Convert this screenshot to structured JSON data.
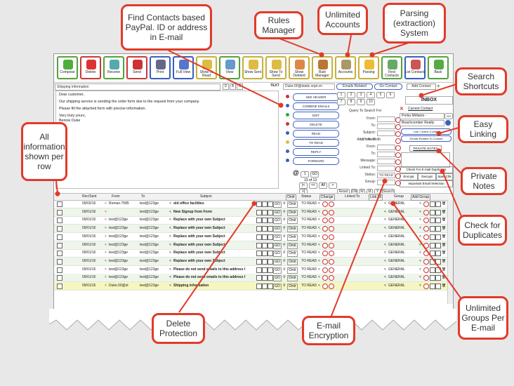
{
  "toolbar": {
    "buttons": [
      {
        "label": "Compose",
        "color": "#4caf3a",
        "frame": "green"
      },
      {
        "label": "Delete",
        "color": "#d33",
        "frame": "red"
      },
      {
        "label": "Receive",
        "color": "#5aa",
        "frame": "green"
      },
      {
        "label": "Send",
        "color": "#c33",
        "frame": "red"
      },
      {
        "label": "Print",
        "color": "#668",
        "frame": "blue"
      },
      {
        "label": "Full View",
        "color": "#57c",
        "frame": "blue"
      },
      {
        "label": "Show To Read",
        "color": "#db4",
        "frame": "yellow"
      },
      {
        "label": "View",
        "color": "#69c",
        "frame": "green"
      },
      {
        "label": "Show Sent",
        "color": "#db4",
        "frame": "yellow"
      },
      {
        "label": "Show To Send",
        "color": "#db4",
        "frame": "yellow"
      },
      {
        "label": "Show Deleted",
        "color": "#d84",
        "frame": "yellow"
      },
      {
        "label": "Rule Manager",
        "color": "#b73",
        "frame": "yellow"
      },
      {
        "label": "Accounts",
        "color": "#a96",
        "frame": "yellow"
      },
      {
        "label": "Parsing",
        "color": "#eb3",
        "frame": "yellow"
      },
      {
        "label": "Find Contacts",
        "color": "#6a6",
        "frame": "green"
      },
      {
        "label": "List Contacts",
        "color": "#c55",
        "frame": "blue"
      },
      {
        "label": "Back",
        "color": "#5a4",
        "frame": "green"
      }
    ]
  },
  "message": {
    "subject_value": "Shipping information",
    "flags": [
      "D",
      "B",
      "R"
    ],
    "text_label": "TEXT",
    "from_value": "Duke.00@static.vnpt.vn",
    "emails_related": "Emails Related",
    "go_contact": "Go Contact",
    "add_contact": "Add Contact",
    "body": [
      "Dear customer,",
      "Our shipping service is sending the order form due to the request from your company.",
      "Please fill the attached form with precise information.",
      "Very truly yours,",
      "Bennie Duke"
    ]
  },
  "actions": [
    "SEE HEADER",
    "COMBINE EMAILS",
    "EDIT",
    "DELETE",
    "READ",
    "TO READ",
    "REPLY",
    "FORWARD"
  ],
  "pager": {
    "current": "1",
    "go": "GO",
    "count": "13 of 13",
    "buttons": [
      "|<",
      "<<",
      "All",
      ">",
      ">|"
    ]
  },
  "shortcuts": [
    "1",
    "2",
    "3",
    "4",
    "5",
    "6",
    "7",
    "8",
    "9",
    "10"
  ],
  "query": {
    "title": "Query To Search For",
    "fields": [
      "From:",
      "To:",
      "Subject:",
      "Attachment:",
      "From:",
      "To:",
      "Message:",
      "Linked To:",
      "Status:",
      "Group:"
    ],
    "attachment_opts": [
      "Y",
      "N",
      "Both"
    ],
    "status_value": "TO READ",
    "buttons": [
      "Reset",
      "DM",
      "W",
      "M",
      "Y",
      "Search"
    ]
  },
  "inbox": {
    "title": "INBOX",
    "current_contact": "Current Contact",
    "contacts": [
      "Portia Mirfanin -",
      "Beachcomber Realty"
    ],
    "go": "GO",
    "link_btn": "Link \\ Unlink Contact",
    "emails_related_btn": "Emails Related To Contact",
    "private_notes": "PRIVATE NOTES",
    "check_dup": "Check For E-mail Duplicates",
    "encrypt": "Encrypt",
    "decrypt": "Decrypt",
    "spell": "Spell Chk",
    "important": "Important Email Selection"
  },
  "grid": {
    "headers": [
      "Rec/Sent",
      "From",
      "To",
      "Subject",
      "Omit",
      "Status",
      "Change",
      "Linked To",
      "Link All",
      "Group",
      "Add Group"
    ],
    "rows": [
      {
        "date": "09/02/16",
        "from": "Roman.7585",
        "to": "test@123ge",
        "subject": "old office facilities",
        "status": "TO READ",
        "group": "GENERAL"
      },
      {
        "date": "09/01/16",
        "from": "",
        "to": "test@123ge",
        "subject": "New Signup from Form",
        "status": "TO READ",
        "group": "GENERAL"
      },
      {
        "date": "09/01/16",
        "from": "test@123ge",
        "to": "test@123ge",
        "subject": "Replace with your own Subject",
        "status": "TO READ",
        "group": "GENERAL"
      },
      {
        "date": "09/01/16",
        "from": "test@123ge",
        "to": "test@123ge",
        "subject": "Replace with your own Subject",
        "status": "TO READ",
        "group": "GENERAL"
      },
      {
        "date": "09/01/16",
        "from": "test@123ge",
        "to": "test@123ge",
        "subject": "Replace with your own Subject",
        "status": "TO READ",
        "group": "GENERAL"
      },
      {
        "date": "09/01/16",
        "from": "test@123ge",
        "to": "test@123ge",
        "subject": "Replace with your own Subject",
        "status": "TO READ",
        "group": "GENERAL"
      },
      {
        "date": "09/01/16",
        "from": "test@123ge",
        "to": "test@123ge",
        "subject": "Replace with your own Subject",
        "status": "TO READ",
        "group": "GENERAL"
      },
      {
        "date": "09/01/16",
        "from": "test@123ge",
        "to": "test@123ge",
        "subject": "Replace with your own Subject",
        "status": "TO READ",
        "group": "GENERAL"
      },
      {
        "date": "09/01/16",
        "from": "test@123ge",
        "to": "test@123ge",
        "subject": "Please do not send emails to this address I",
        "status": "TO READ",
        "group": "GENERAL"
      },
      {
        "date": "09/01/16",
        "from": "test@123ge",
        "to": "test@123ge",
        "subject": "Please do not send emails to this address I",
        "status": "TO READ",
        "group": "GENERAL"
      },
      {
        "date": "09/01/16",
        "from": "Duke.00@st",
        "to": "test@123ge",
        "subject": "Shipping information",
        "status": "TO READ",
        "group": "GENERAL"
      }
    ],
    "omit": "Omit",
    "go": "GO"
  },
  "callouts": [
    {
      "id": "find-contacts",
      "text": "Find Contacts based PayPal. ID or address in E-mail"
    },
    {
      "id": "rules-manager",
      "text": "Rules Manager"
    },
    {
      "id": "unlimited-accounts",
      "text": "Unlimited Accounts"
    },
    {
      "id": "parsing",
      "text": "Parsing (extraction) System"
    },
    {
      "id": "search-shortcuts",
      "text": "Search Shortcuts"
    },
    {
      "id": "easy-linking",
      "text": "Easy Linking"
    },
    {
      "id": "private-notes",
      "text": "Private Notes"
    },
    {
      "id": "check-duplicates",
      "text": "Check for Duplicates"
    },
    {
      "id": "unlimited-groups",
      "text": "Unlimited Groups Per E-mail"
    },
    {
      "id": "email-encryption",
      "text": "E-mail Encryption"
    },
    {
      "id": "delete-protection",
      "text": "Delete Protection"
    },
    {
      "id": "all-info",
      "text": "All information shown per row"
    }
  ],
  "colors": {
    "callout_border": "#e23a2a",
    "accent_blue": "#3a5fbf",
    "row_alt": "#eef5ea",
    "row_selected": "#f5f7c0"
  }
}
